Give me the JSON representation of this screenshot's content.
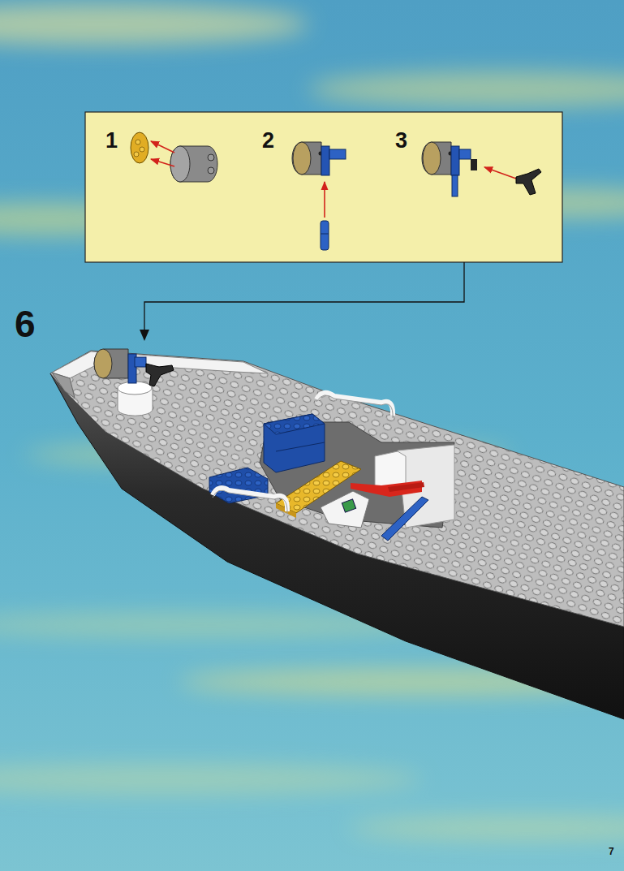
{
  "diagram": {
    "labels": [
      "1",
      "2",
      "3",
      "6",
      "7"
    ]
  }
}
